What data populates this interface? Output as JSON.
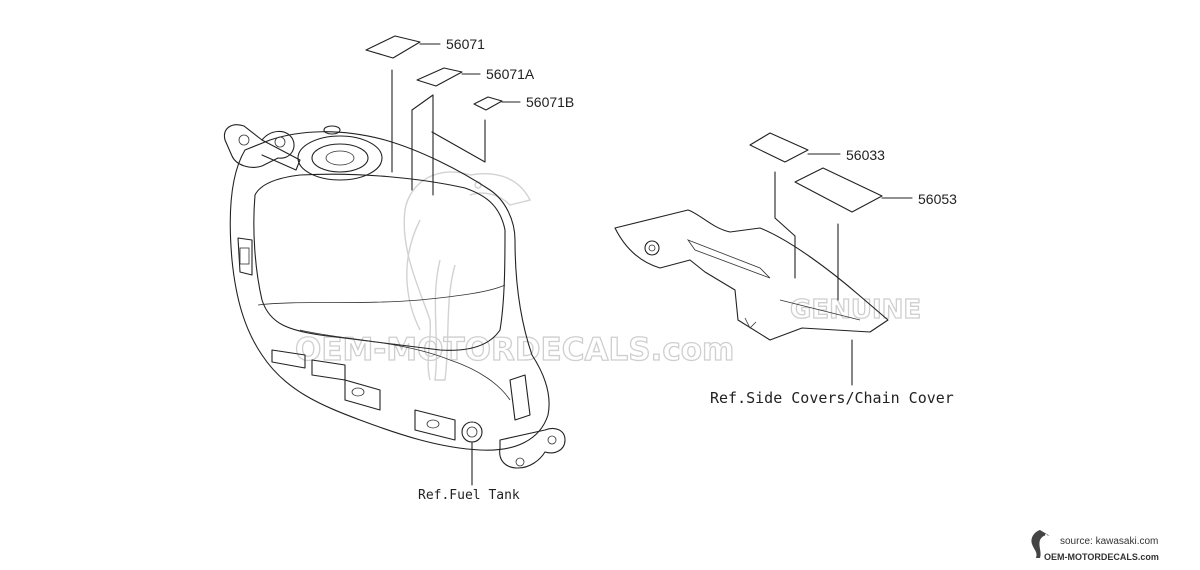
{
  "callouts": {
    "p56071": "56071",
    "p56071a": "56071A",
    "p56071b": "56071B",
    "p56033": "56033",
    "p56053": "56053"
  },
  "refs": {
    "fuel_tank": "Ref.Fuel Tank",
    "side_covers": "Ref.Side Covers/Chain Cover"
  },
  "watermark": {
    "main": "OEM-MOTORDECALS.com",
    "badge": "GENUINE"
  },
  "source": {
    "credit": "source: kawasaki.com",
    "brand": "OEM-MOTORDECALS.com"
  },
  "colors": {
    "line": "#222222",
    "label_fill": "#d9d9d9",
    "watermark": "#cfcfcf"
  },
  "icons": [
    "watermark-bird-logo-icon",
    "source-bird-logo-icon"
  ]
}
